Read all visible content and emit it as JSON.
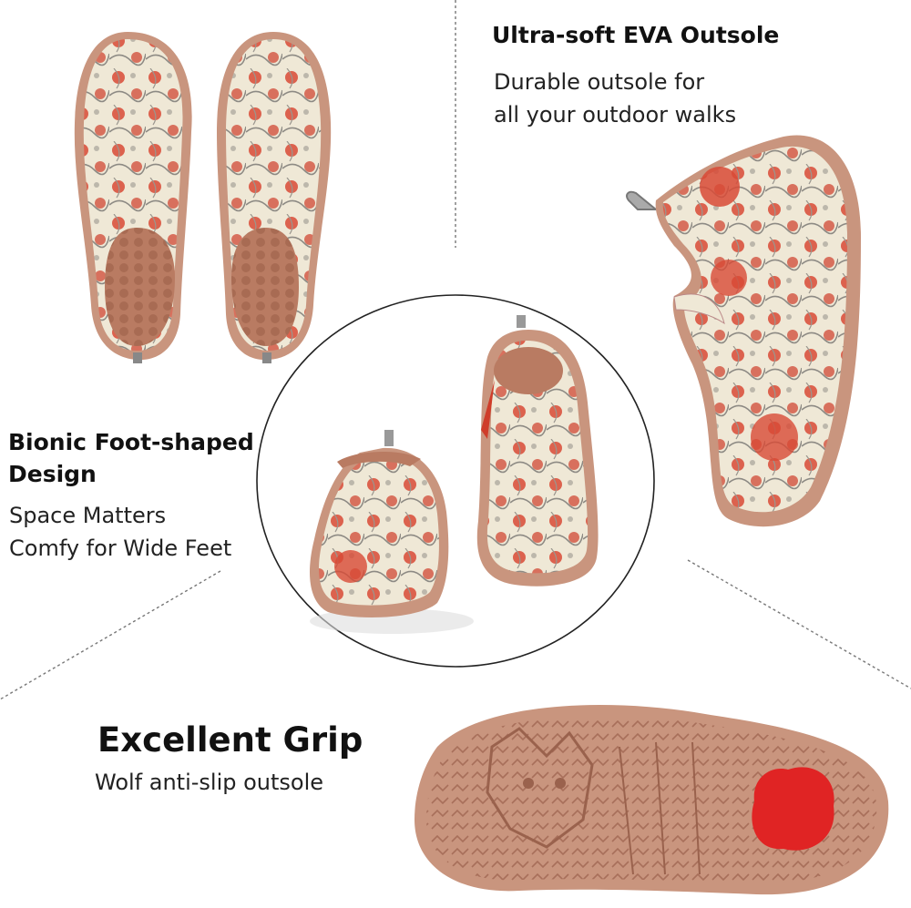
{
  "features": {
    "eva": {
      "title": "Ultra-soft EVA Outsole",
      "line1": "Durable outsole for",
      "line2": "all your outdoor walks"
    },
    "bionic": {
      "title_line1": "Bionic Foot-shaped",
      "title_line2": "Design",
      "line1": "Space Matters",
      "line2": "Comfy for Wide Feet"
    },
    "grip": {
      "title": "Excellent Grip",
      "line1": "Wolf anti-slip outsole"
    }
  },
  "colors": {
    "sole": "#c9957e",
    "sole_dark": "#a86f5a",
    "canvas": "#efe8d6",
    "floral_red": "#d84a36",
    "sketch_grey": "#8d8a84",
    "grip_pad": "#e02424"
  }
}
